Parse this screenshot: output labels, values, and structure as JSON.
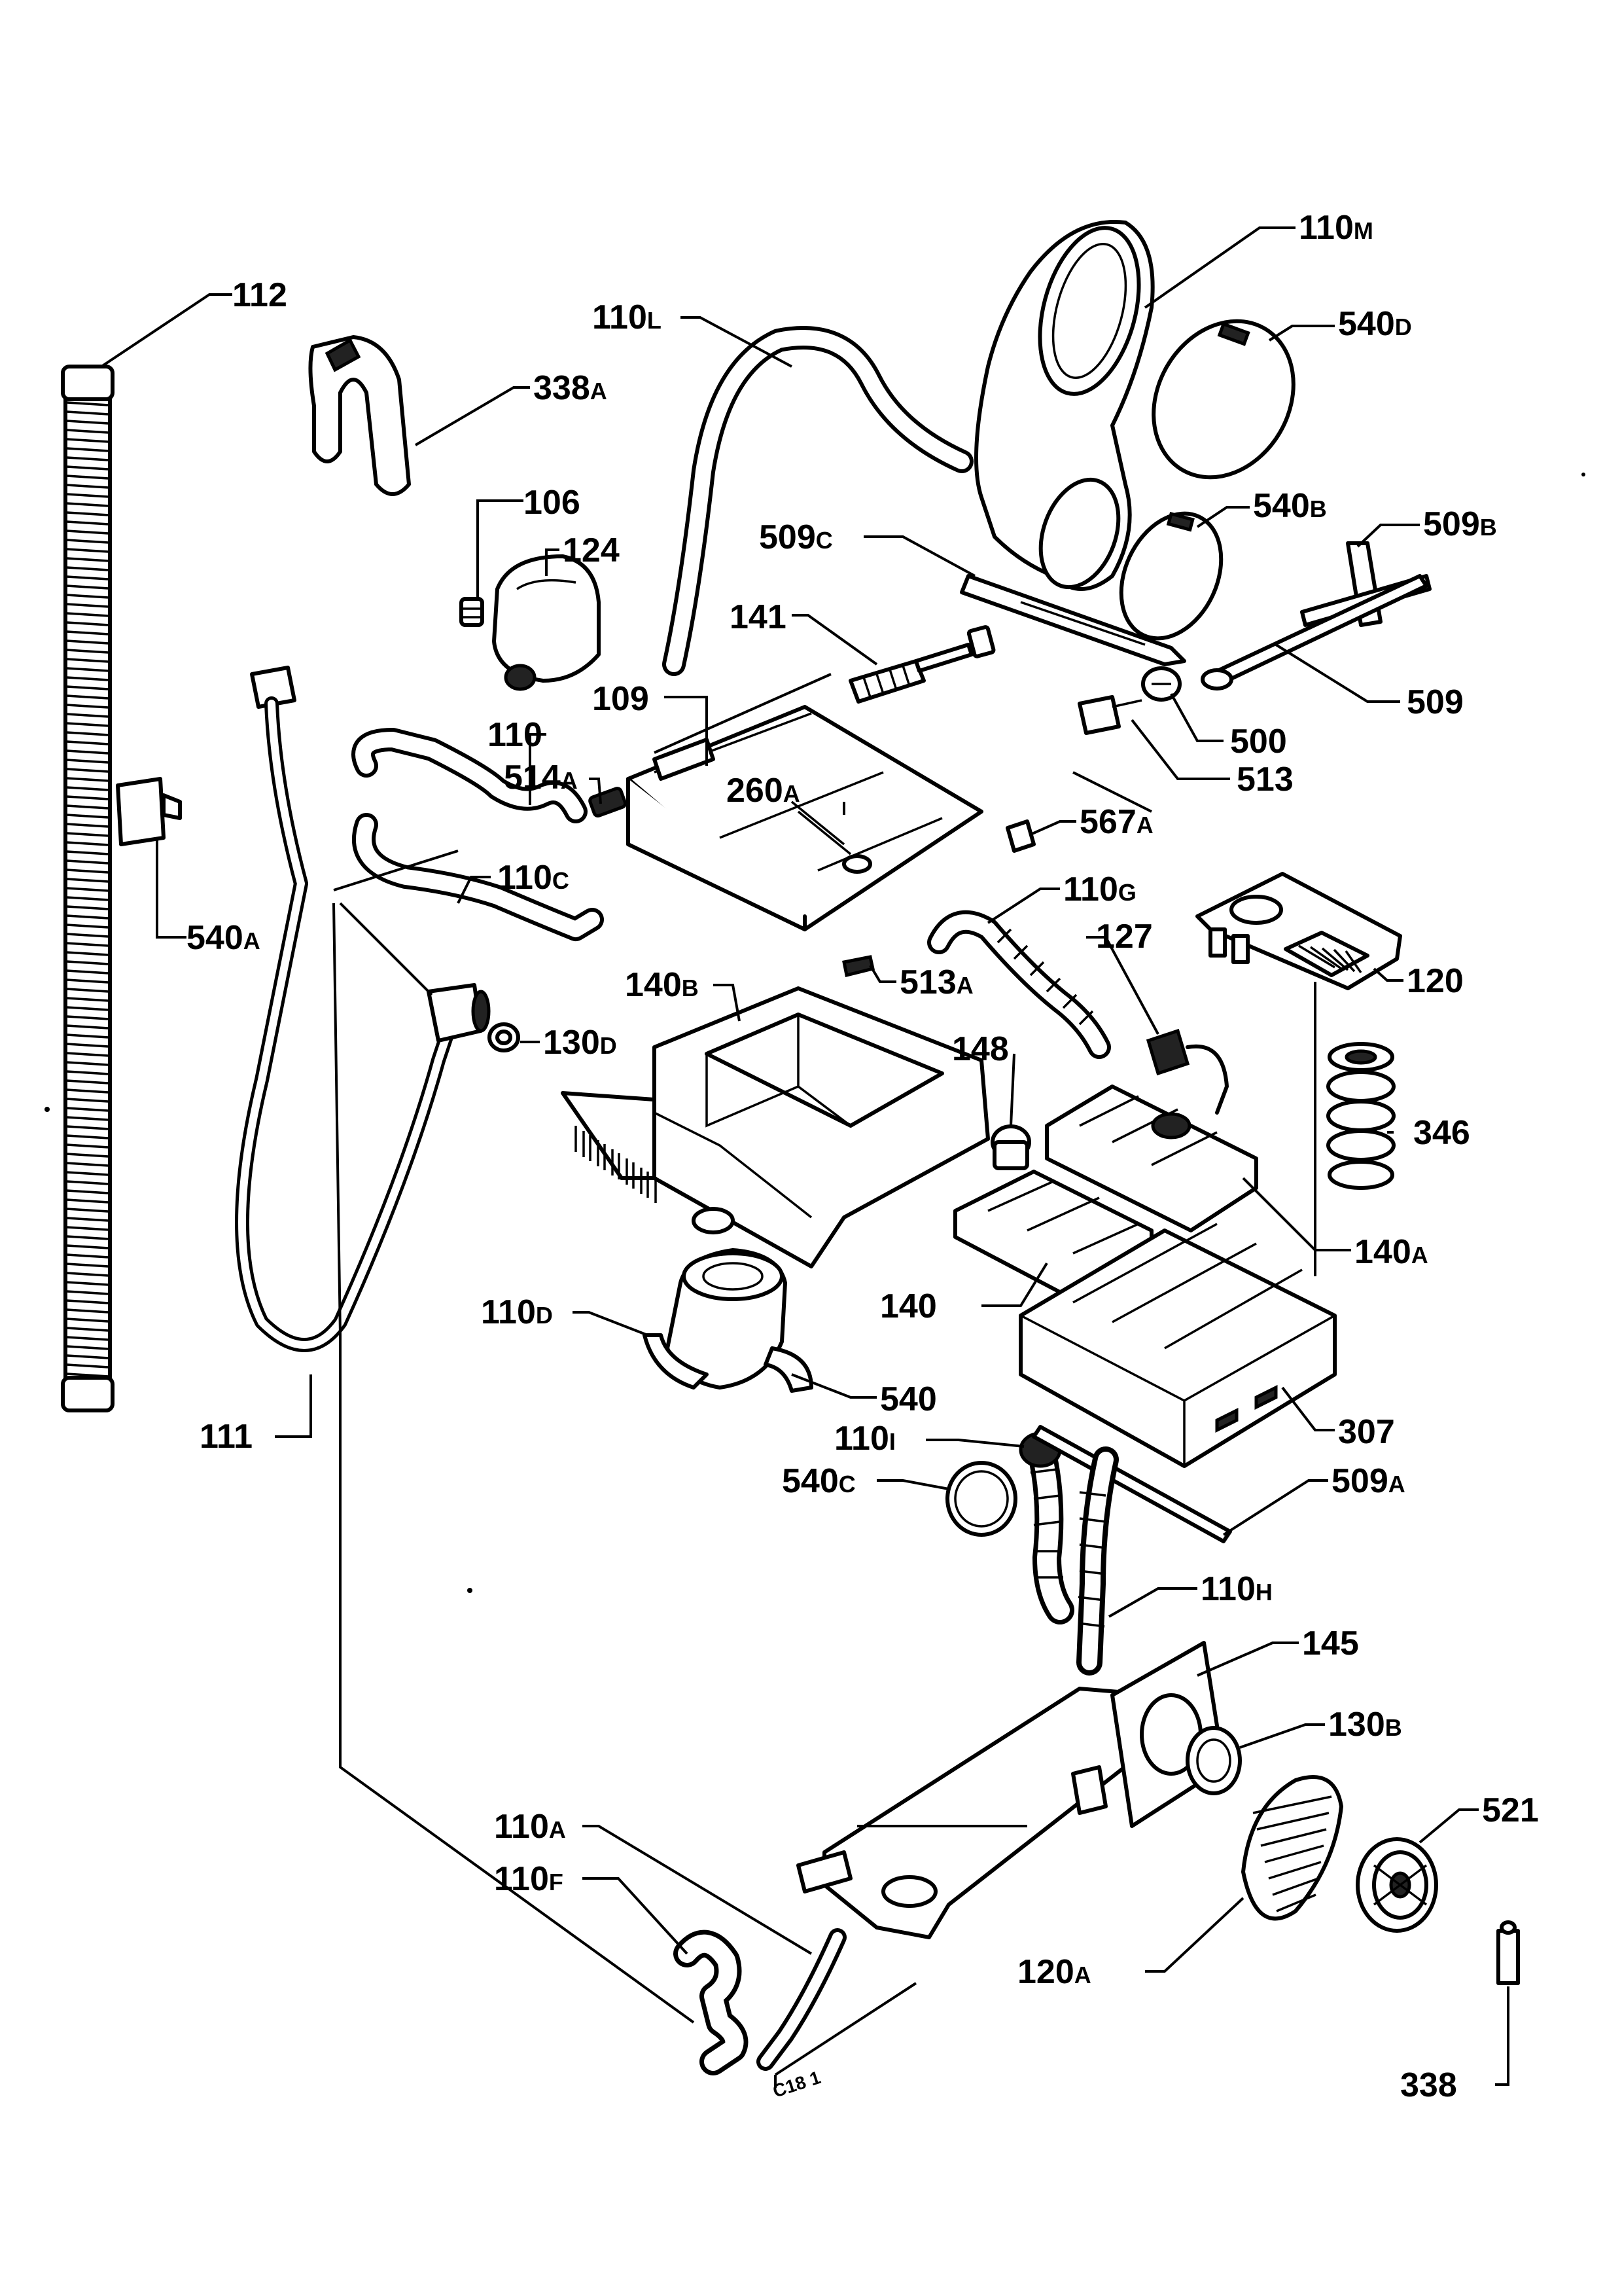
{
  "labels": {
    "l110m": "110",
    "l110m_s": "M",
    "l540d": "540",
    "l540d_s": "D",
    "l112": "112",
    "l110l": "110",
    "l110l_s": "L",
    "l338a": "338",
    "l338a_s": "A",
    "l106": "106",
    "l124": "124",
    "l540b": "540",
    "l540b_s": "B",
    "l509b": "509",
    "l509b_s": "B",
    "l509c": "509",
    "l509c_s": "C",
    "l141": "141",
    "l109": "109",
    "l509": "509",
    "l110": "110",
    "l514a": "514",
    "l514a_s": "A",
    "l500": "500",
    "l513": "513",
    "l260a": "260",
    "l260a_s": "A",
    "l567a": "567",
    "l567a_s": "A",
    "l110c": "110",
    "l110c_s": "C",
    "l540a": "540",
    "l540a_s": "A",
    "l110g": "110",
    "l110g_s": "G",
    "l127": "127",
    "l120": "120",
    "l513a": "513",
    "l513a_s": "A",
    "l140b": "140",
    "l140b_s": "B",
    "l130d": "130",
    "l130d_s": "D",
    "l148": "148",
    "l346": "346",
    "l140a": "140",
    "l140a_s": "A",
    "l140": "140",
    "l110d": "110",
    "l110d_s": "D",
    "l540": "540",
    "l307": "307",
    "l111": "111",
    "l110i": "110",
    "l110i_s": "I",
    "l540c": "540",
    "l540c_s": "C",
    "l509a": "509",
    "l509a_s": "A",
    "l110h": "110",
    "l110h_s": "H",
    "l145": "145",
    "l130b": "130",
    "l130b_s": "B",
    "l521": "521",
    "l110a": "110",
    "l110a_s": "A",
    "l110f": "110",
    "l110f_s": "F",
    "l120a": "120",
    "l120a_s": "A",
    "l338": "338",
    "stamp": "C18 1"
  }
}
